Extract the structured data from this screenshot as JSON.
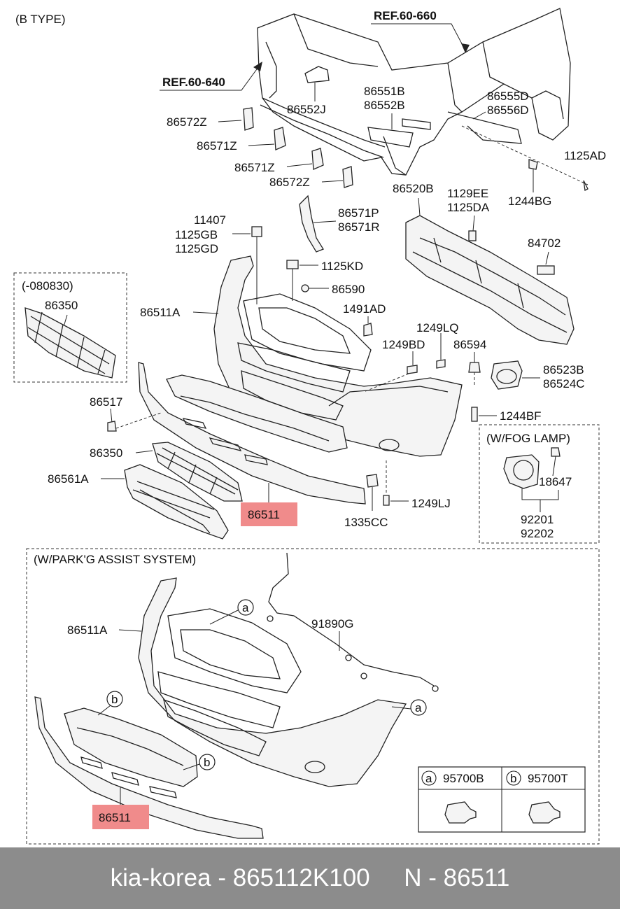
{
  "header": {
    "type_label": "(B TYPE)"
  },
  "refs": {
    "ref_660": "REF.60-660",
    "ref_640": "REF.60-640"
  },
  "labels": {
    "p86551b": "86551B",
    "p86552b": "86552B",
    "p86552j": "86552J",
    "p86555d": "86555D",
    "p86556d": "86556D",
    "p1125ad": "1125AD",
    "p86572z_a": "86572Z",
    "p86571z_a": "86571Z",
    "p86571z_b": "86571Z",
    "p86572z_b": "86572Z",
    "p86520b": "86520B",
    "p1129ee": "1129EE",
    "p1125da": "1125DA",
    "p1244bg": "1244BG",
    "p86571p": "86571P",
    "p86571r": "86571R",
    "p84702": "84702",
    "p11407": "11407",
    "p1125gb": "1125GB",
    "p1125gd": "1125GD",
    "p1125kd": "1125KD",
    "p86590": "86590",
    "p1491ad": "1491AD",
    "p86511a_top": "86511A",
    "p1249lq": "1249LQ",
    "p1249bd": "1249BD",
    "p86594": "86594",
    "p86523b": "86523B",
    "p86524c": "86524C",
    "p1244bf": "1244BF",
    "p86517": "86517",
    "p86350_b": "86350",
    "p86561a": "86561A",
    "p86511_top": "86511",
    "p1335cc": "1335CC",
    "p1249lj": "1249LJ",
    "p18647": "18647",
    "p92201": "92201",
    "p92202": "92202",
    "p86511a_bottom": "86511A",
    "p91890g": "91890G",
    "p86511_bottom": "86511"
  },
  "inset_080830": {
    "title": "(-080830)",
    "part": "86350"
  },
  "inset_fog": {
    "title": "(W/FOG LAMP)"
  },
  "inset_park": {
    "title": "(W/PARK'G ASSIST SYSTEM)"
  },
  "callouts": {
    "a": "a",
    "b": "b"
  },
  "legend": {
    "a_code": "a",
    "a_part": "95700B",
    "b_code": "b",
    "b_part": "95700T"
  },
  "footer": {
    "text": "kia-korea - 865112K100     N - 86511"
  },
  "colors": {
    "highlight": "#f08b8b",
    "footer_bg": "#8c8c8c"
  }
}
